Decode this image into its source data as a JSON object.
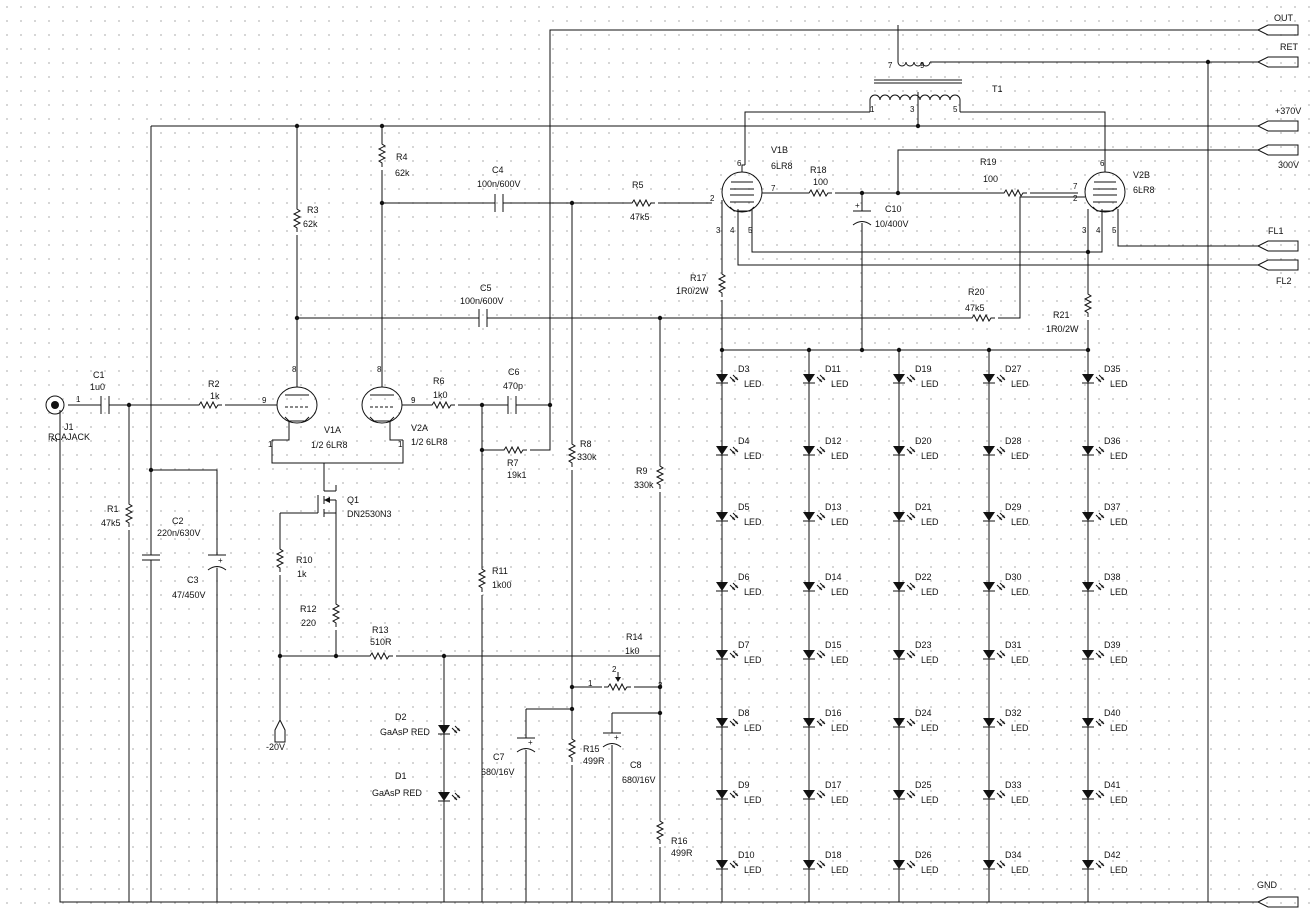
{
  "ports": {
    "out": "OUT",
    "ret": "RET",
    "p370": "+370V",
    "p300": "300V",
    "fl1": "FL1",
    "fl2": "FL2",
    "gnd": "GND",
    "m20": "-20V"
  },
  "components": {
    "j1": {
      "ref": "J1",
      "value": "RCAJACK"
    },
    "c1": {
      "ref": "C1",
      "value": "1u0"
    },
    "r1": {
      "ref": "R1",
      "value": "47k5"
    },
    "c2": {
      "ref": "C2",
      "value": "220n/630V"
    },
    "c3": {
      "ref": "C3",
      "value": "47/450V"
    },
    "r2": {
      "ref": "R2",
      "value": "1k"
    },
    "r3": {
      "ref": "R3",
      "value": "62k"
    },
    "r4": {
      "ref": "R4",
      "value": "62k"
    },
    "v1a": {
      "ref": "V1A",
      "value": "1/2 6LR8"
    },
    "v2a": {
      "ref": "V2A",
      "value": "1/2 6LR8"
    },
    "q1": {
      "ref": "Q1",
      "value": "DN2530N3"
    },
    "r10": {
      "ref": "R10",
      "value": "1k"
    },
    "r12": {
      "ref": "R12",
      "value": "220"
    },
    "r13": {
      "ref": "R13",
      "value": "510R"
    },
    "d2": {
      "ref": "D2",
      "value": "GaAsP RED"
    },
    "d1": {
      "ref": "D1",
      "value": "GaAsP RED"
    },
    "r6": {
      "ref": "R6",
      "value": "1k0"
    },
    "c6": {
      "ref": "C6",
      "value": "470p"
    },
    "r7": {
      "ref": "R7",
      "value": "19k1"
    },
    "r11": {
      "ref": "R11",
      "value": "1k00"
    },
    "c4": {
      "ref": "C4",
      "value": "100n/600V"
    },
    "c5": {
      "ref": "C5",
      "value": "100n/600V"
    },
    "r8": {
      "ref": "R8",
      "value": "330k"
    },
    "r9": {
      "ref": "R9",
      "value": "330k"
    },
    "r5": {
      "ref": "R5",
      "value": "47k5"
    },
    "c7": {
      "ref": "C7",
      "value": "680/16V"
    },
    "r15": {
      "ref": "R15",
      "value": "499R"
    },
    "c8": {
      "ref": "C8",
      "value": "680/16V"
    },
    "r14": {
      "ref": "R14",
      "value": "1k0"
    },
    "r16": {
      "ref": "R16",
      "value": "499R"
    },
    "v1b": {
      "ref": "V1B",
      "value": "6LR8"
    },
    "v2b": {
      "ref": "V2B",
      "value": "6LR8"
    },
    "r18": {
      "ref": "R18",
      "value": "100"
    },
    "r19": {
      "ref": "R19",
      "value": "100"
    },
    "c10": {
      "ref": "C10",
      "value": "10/400V"
    },
    "r17": {
      "ref": "R17",
      "value": "1R0/2W"
    },
    "r20": {
      "ref": "R20",
      "value": "47k5"
    },
    "r21": {
      "ref": "R21",
      "value": "1R0/2W"
    },
    "t1": {
      "ref": "T1",
      "value": ""
    }
  },
  "pins": {
    "j1_1": "1",
    "j1_2": "2",
    "v1a_8": "8",
    "v1a_9": "9",
    "v1a_1": "1",
    "v2a_8": "8",
    "v2a_9": "9",
    "v2a_1": "1",
    "v1b_6": "6",
    "v1b_7": "7",
    "v1b_2": "2",
    "v1b_3": "3",
    "v1b_4": "4",
    "v1b_5": "5",
    "v2b_6": "6",
    "v2b_7": "7",
    "v2b_2": "2",
    "v2b_3": "3",
    "v2b_4": "4",
    "v2b_5": "5",
    "t1_7": "7",
    "t1_9": "9",
    "t1_1": "1",
    "t1_3": "3",
    "t1_5": "5",
    "r14_1": "1",
    "r14_2": "2",
    "r14_3": "3"
  },
  "led_value": "LED",
  "led_columns": [
    [
      "D3",
      "D4",
      "D5",
      "D6",
      "D7",
      "D8",
      "D9",
      "D10"
    ],
    [
      "D11",
      "D12",
      "D13",
      "D14",
      "D15",
      "D16",
      "D17",
      "D18"
    ],
    [
      "D19",
      "D20",
      "D21",
      "D22",
      "D23",
      "D24",
      "D25",
      "D26"
    ],
    [
      "D27",
      "D28",
      "D29",
      "D30",
      "D31",
      "D32",
      "D33",
      "D34"
    ],
    [
      "D35",
      "D36",
      "D37",
      "D38",
      "D39",
      "D40",
      "D41",
      "D42"
    ]
  ]
}
